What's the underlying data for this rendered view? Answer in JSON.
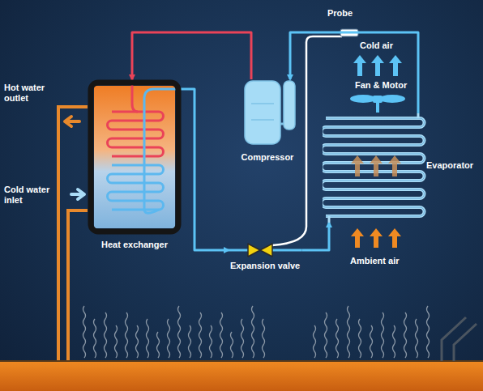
{
  "diagram": {
    "nodes": [
      {
        "text": [
          "Heat exchanger"
        ]
      },
      {
        "text": [
          "Compressor"
        ]
      },
      {
        "text": [
          "Expansion valve"
        ]
      },
      {
        "text": [
          "Evaporator"
        ]
      }
    ],
    "edges": [
      {
        "from": 1,
        "to": 0,
        "arrow": "to"
      },
      {
        "from": 0,
        "to": 2,
        "arrow": "to"
      },
      {
        "from": 2,
        "to": 3,
        "arrow": "to"
      },
      {
        "from": 3,
        "to": 1,
        "arrow": "to"
      }
    ],
    "labels": [
      "Probe",
      "Cold air",
      "Fan & Motor",
      "Ambient air",
      "Hot water outlet",
      "Cold water inlet"
    ]
  }
}
